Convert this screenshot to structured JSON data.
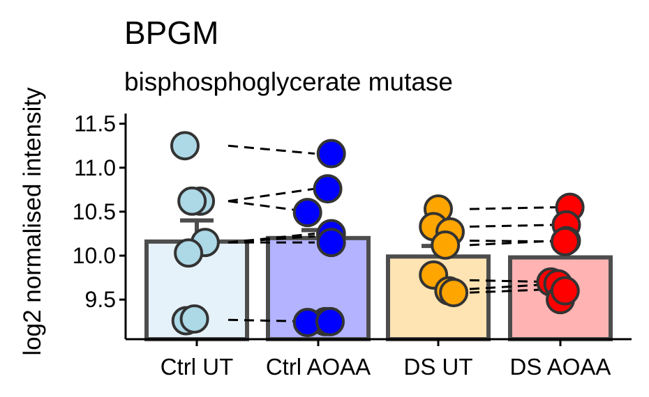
{
  "chart_data": {
    "type": "bar",
    "title": "BPGM",
    "subtitle": "bisphosphoglycerate mutase",
    "xlabel": "",
    "ylabel": "log2 normalised intensity",
    "ylim": [
      9.05,
      11.6
    ],
    "yticks": [
      9.5,
      10.0,
      10.5,
      11.0,
      11.5
    ],
    "ytick_labels": [
      "9.5",
      "10.0",
      "10.5",
      "11.0",
      "11.5"
    ],
    "categories": [
      "Ctrl UT",
      "Ctrl AOAA",
      "DS UT",
      "DS AOAA"
    ],
    "bar_colors": [
      "#e6f2f9",
      "#b3b3ff",
      "#ffe4b3",
      "#ffb3b3"
    ],
    "point_colors": [
      "#add8e6",
      "#0000ff",
      "#ffa500",
      "#ff0000"
    ],
    "means": [
      10.16,
      10.2,
      9.99,
      9.98
    ],
    "error_bars": [
      0.24,
      0.09,
      0.12,
      0.0
    ],
    "points": [
      {
        "x": [
          -0.1,
          0.03,
          -0.04,
          0.07,
          -0.07,
          -0.09,
          -0.02
        ],
        "y": [
          11.25,
          10.62,
          10.62,
          10.15,
          10.03,
          9.26,
          9.28
        ]
      },
      {
        "x": [
          0.11,
          0.08,
          -0.09,
          0.11,
          0.11,
          0.06,
          -0.09,
          0.1
        ],
        "y": [
          11.16,
          10.76,
          10.49,
          10.25,
          10.15,
          9.25,
          9.24,
          9.25
        ]
      },
      {
        "x": [
          0.0,
          -0.04,
          0.1,
          0.06,
          -0.04,
          0.09,
          0.13
        ],
        "y": [
          10.53,
          10.33,
          10.27,
          10.12,
          9.78,
          9.6,
          9.58
        ]
      },
      {
        "x": [
          0.08,
          0.05,
          0.05,
          0.04,
          -0.08,
          -0.02,
          0.0,
          0.04
        ],
        "y": [
          10.55,
          10.35,
          10.17,
          10.16,
          9.7,
          9.68,
          9.5,
          9.6
        ]
      }
    ],
    "pair_lines": [
      {
        "from": [
          0,
          11.25
        ],
        "to": [
          1,
          11.16
        ]
      },
      {
        "from": [
          0,
          10.62
        ],
        "to": [
          1,
          10.76
        ]
      },
      {
        "from": [
          0,
          10.62
        ],
        "to": [
          1,
          10.49
        ]
      },
      {
        "from": [
          0,
          10.15
        ],
        "to": [
          1,
          10.25
        ]
      },
      {
        "from": [
          0,
          10.15
        ],
        "to": [
          1,
          10.15
        ]
      },
      {
        "from": [
          0,
          10.15
        ],
        "to": [
          1,
          10.22
        ]
      },
      {
        "from": [
          0,
          9.27
        ],
        "to": [
          1,
          9.25
        ]
      },
      {
        "from": [
          2,
          10.53
        ],
        "to": [
          3,
          10.55
        ]
      },
      {
        "from": [
          2,
          10.33
        ],
        "to": [
          3,
          10.35
        ]
      },
      {
        "from": [
          2,
          10.17
        ],
        "to": [
          3,
          10.16
        ]
      },
      {
        "from": [
          2,
          10.12
        ],
        "to": [
          3,
          10.17
        ]
      },
      {
        "from": [
          2,
          9.72
        ],
        "to": [
          3,
          9.7
        ]
      },
      {
        "from": [
          2,
          9.62
        ],
        "to": [
          3,
          9.68
        ]
      },
      {
        "from": [
          2,
          9.58
        ],
        "to": [
          3,
          9.62
        ]
      }
    ],
    "grid": false,
    "legend": "none"
  }
}
